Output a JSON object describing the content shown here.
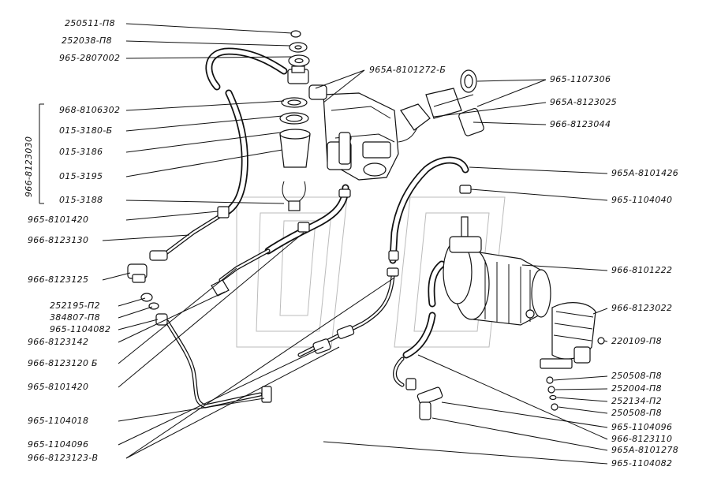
{
  "group_label": "966-8123030",
  "left_labels": [
    "250511-П8",
    "252038-П8",
    "965-2807002",
    "968-8106302",
    "015-3180-Б",
    "015-3186",
    "015-3195",
    "015-3188",
    "965-8101420",
    "966-8123130",
    "966-8123125",
    "252195-П2",
    "384807-П8",
    "965-1104082",
    "966-8123142",
    "966-8123120 Б",
    "965-8101420",
    "965-1104018",
    "965-1104096",
    "966-8123123-В"
  ],
  "right_labels": [
    "965А-8101272-Б",
    "965-1107306",
    "965А-8123025",
    "966-8123044",
    "965А-8101426",
    "965-1104040",
    "966-8101222",
    "966-8123022",
    "220109-П8",
    "250508-П8",
    "252004-П8",
    "252134-П2",
    "250508-П8",
    "965-1104096",
    "966-8123110",
    "965А-8101278",
    "965-1104082"
  ]
}
